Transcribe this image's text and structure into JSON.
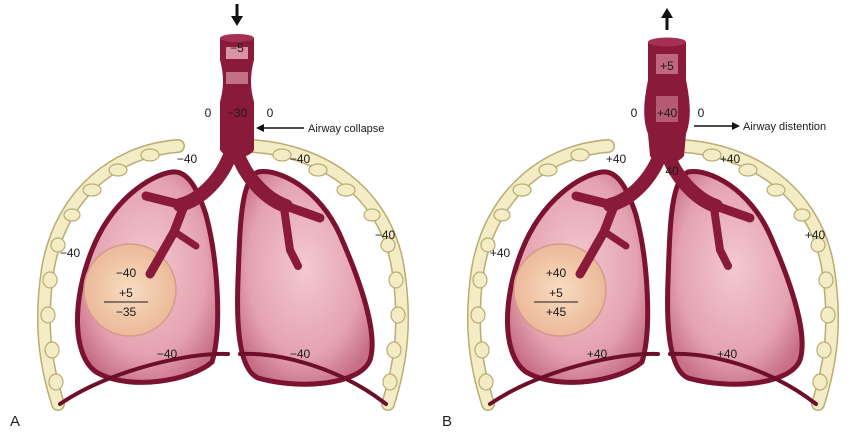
{
  "panel_a": {
    "letter": "A",
    "trachea_top": "−5",
    "pleural_left_top": "0",
    "trachea_mid": "−30",
    "pleural_right_top": "0",
    "callout": "Airway collapse",
    "chest_left": "−40",
    "chest_right": "−40",
    "side_left": "−40",
    "side_right": "−40",
    "alveolus_1": "−40",
    "alveolus_2": "+5",
    "alveolus_3": "−35",
    "diaphragm_left": "−40",
    "diaphragm_right": "−40"
  },
  "panel_b": {
    "letter": "B",
    "trachea_top": "+5",
    "pleural_left_top": "0",
    "trachea_mid": "+40",
    "pleural_right_top": "0",
    "callout": "Airway distention",
    "chest_left": "+40",
    "chest_right": "+40",
    "trachea_low": "40",
    "side_left": "+40",
    "side_right": "+40",
    "alveolus_1": "+40",
    "alveolus_2": "+5",
    "alveolus_3": "+45",
    "diaphragm_left": "+40",
    "diaphragm_right": "+40"
  },
  "colors": {
    "airway": "#8a1a3a",
    "lung_fill": "#e8a9b4",
    "lung_edge": "#7a1230",
    "rib": "#f3ecc4",
    "rib_edge": "#b9ac73",
    "alveolus": "#f3cfae"
  }
}
